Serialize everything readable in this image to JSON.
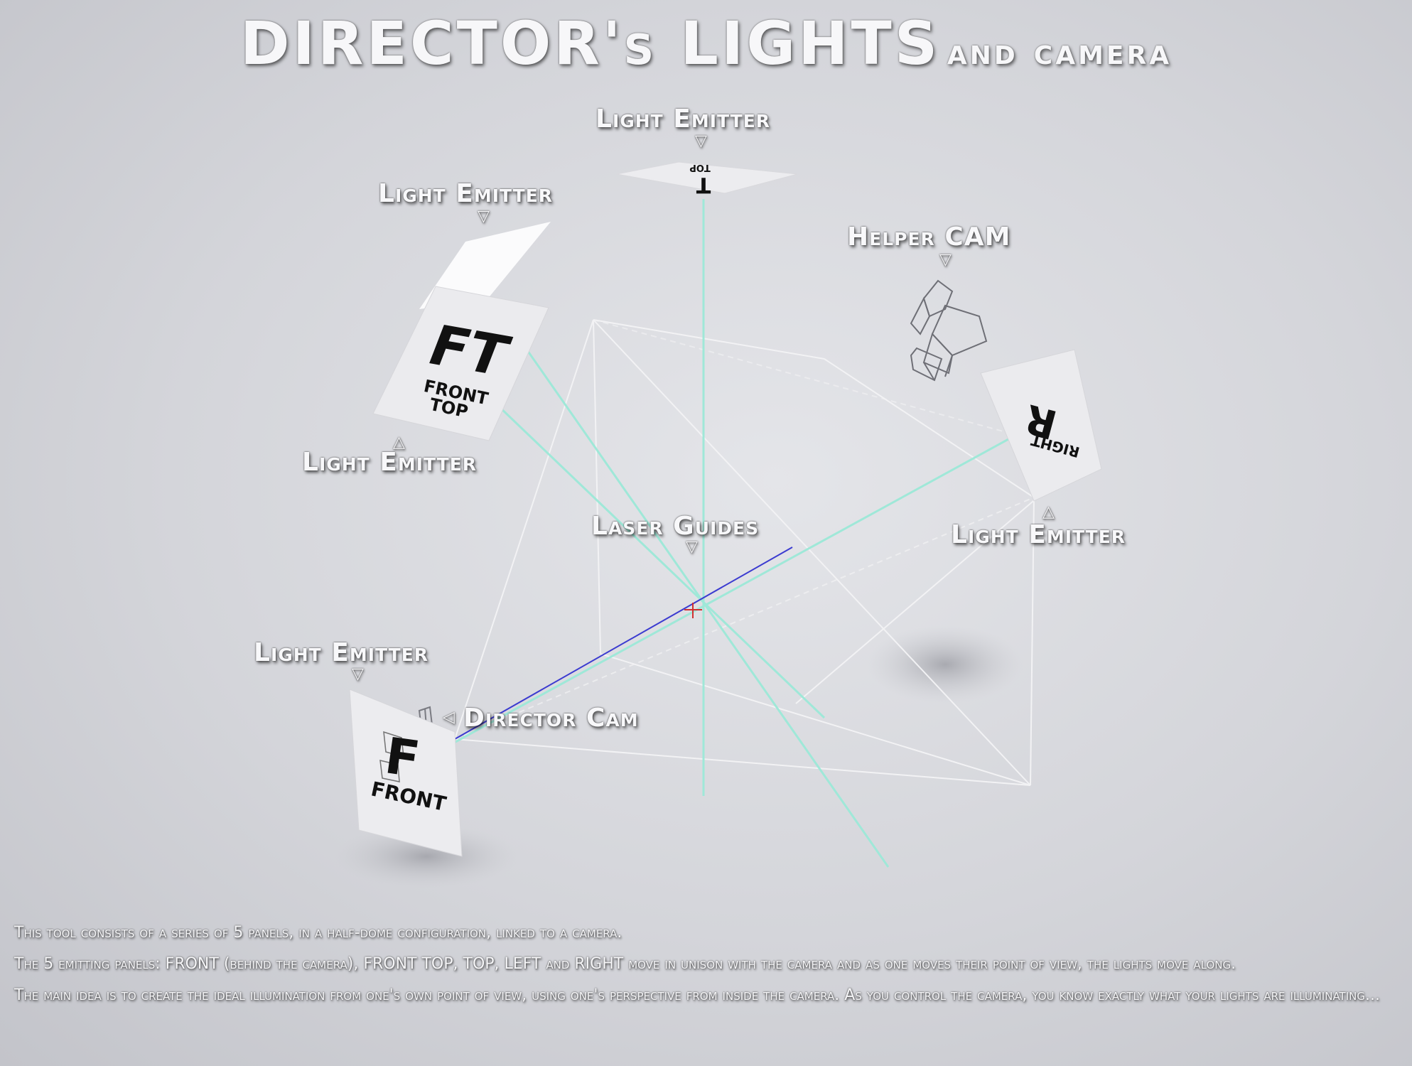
{
  "title": {
    "main": "DIRECTOR's LIGHTS",
    "sub": "and camera"
  },
  "labels": {
    "light_emitter_top": "Light Emitter",
    "light_emitter_front_top": "Light Emitter",
    "light_emitter_front_top_below": "Light Emitter",
    "light_emitter_right": "Light Emitter",
    "light_emitter_front": "Light Emitter",
    "helper_cam": "Helper CAM",
    "laser_guides": "Laser Guides",
    "director_cam": "Director Cam"
  },
  "panels": {
    "front_top_abbr": "FT",
    "front_top_line1": "FRONT",
    "front_top_line2": "TOP",
    "top_abbr": "T",
    "top_name": "TOP",
    "right_abbr": "R",
    "right_name": "RIGHT",
    "front_abbr": "F",
    "front_name": "FRONT"
  },
  "notes": [
    "This tool consists of a series of 5 panels, in a half-dome configuration, linked to a camera.",
    "The 5 emitting panels: FRONT (behind the camera), FRONT TOP, TOP, LEFT and RIGHT move in unison with the camera and as one moves their point of view, the lights move along.",
    "The main idea is to create the ideal illumination from one's own point of view, using one's perspective from inside the camera. As you control the camera, you know exactly what your lights are illuminating..."
  ],
  "colors": {
    "laser": "#9fe8d8",
    "director_axis": "#3b3bd0",
    "wire": "#f2f2f4"
  }
}
